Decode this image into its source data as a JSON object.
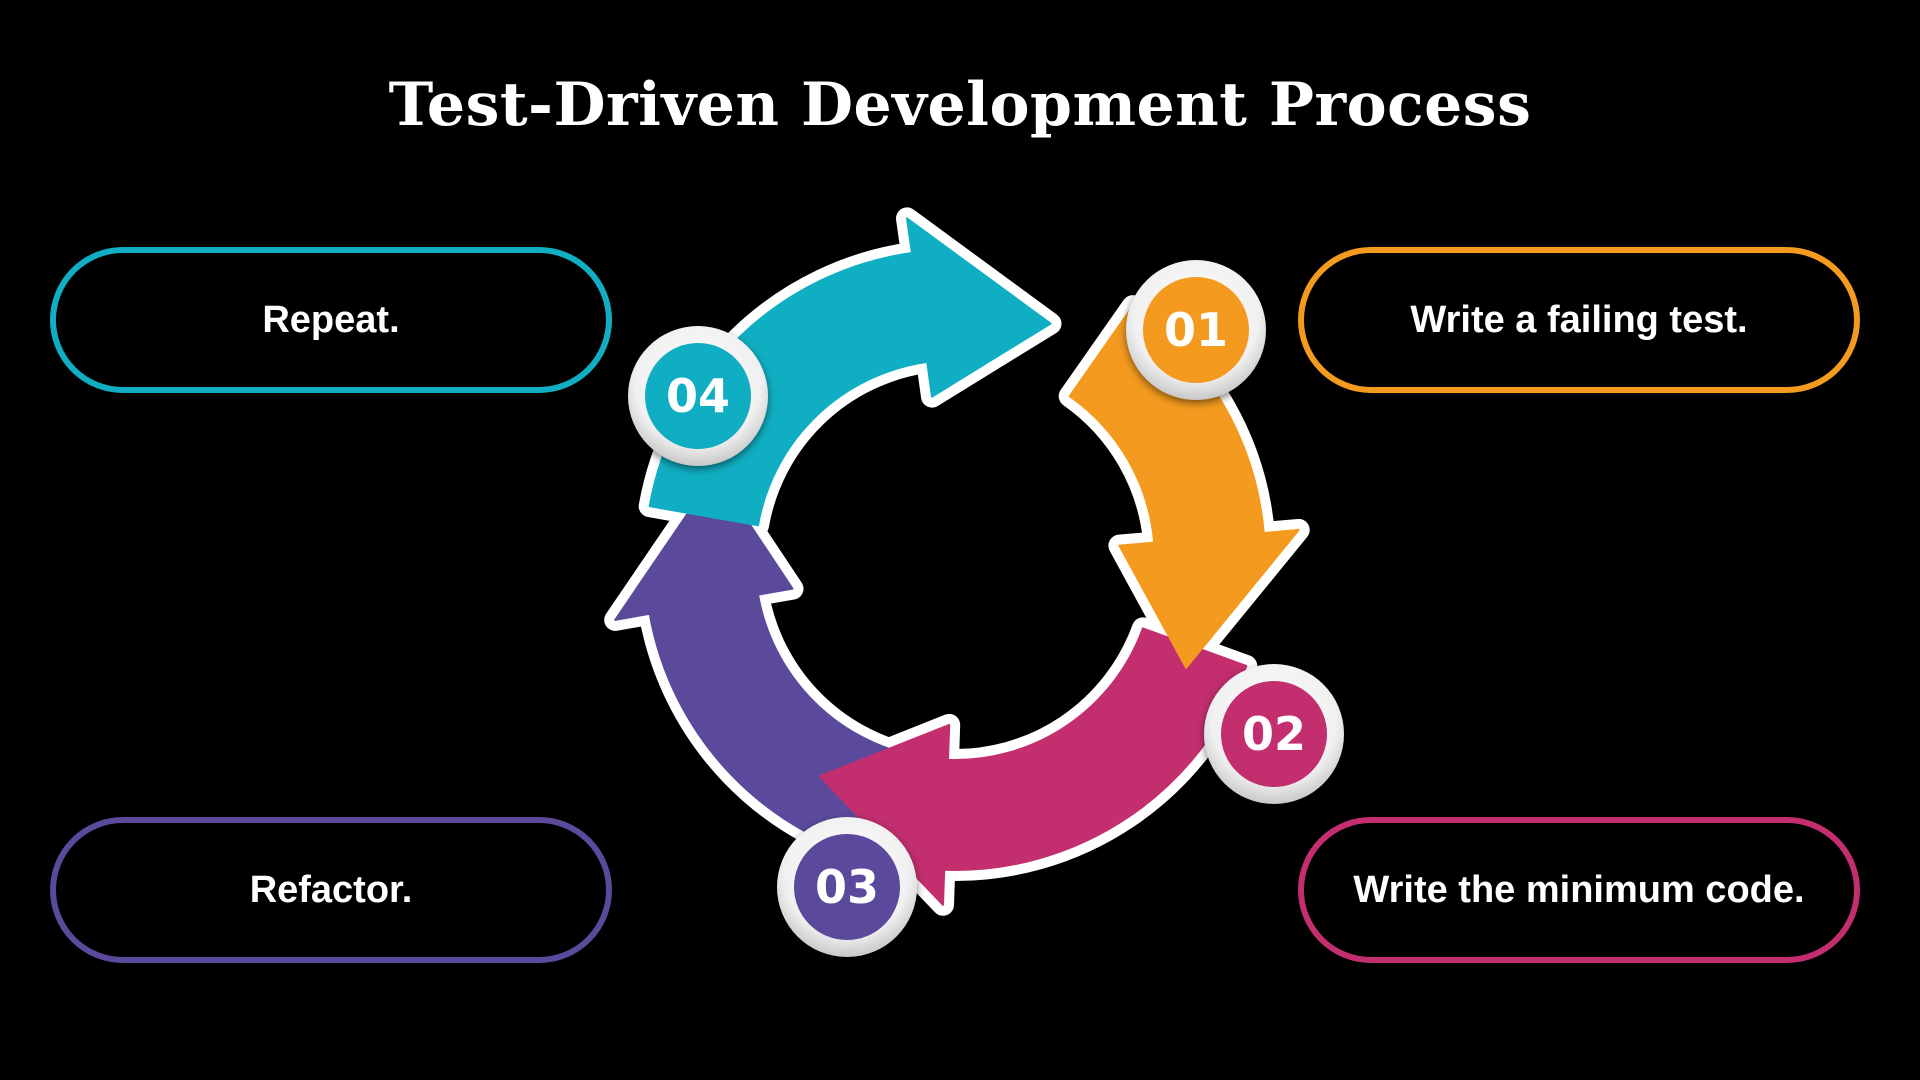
{
  "title": "Test-Driven Development Process",
  "steps": [
    {
      "number": "01",
      "label": "Write a failing test.",
      "color": "#f39a1f"
    },
    {
      "number": "02",
      "label": "Write the minimum code.",
      "color": "#c22e6e"
    },
    {
      "number": "03",
      "label": "Refactor.",
      "color": "#5b4a9c"
    },
    {
      "number": "04",
      "label": "Repeat.",
      "color": "#10aec2"
    }
  ]
}
